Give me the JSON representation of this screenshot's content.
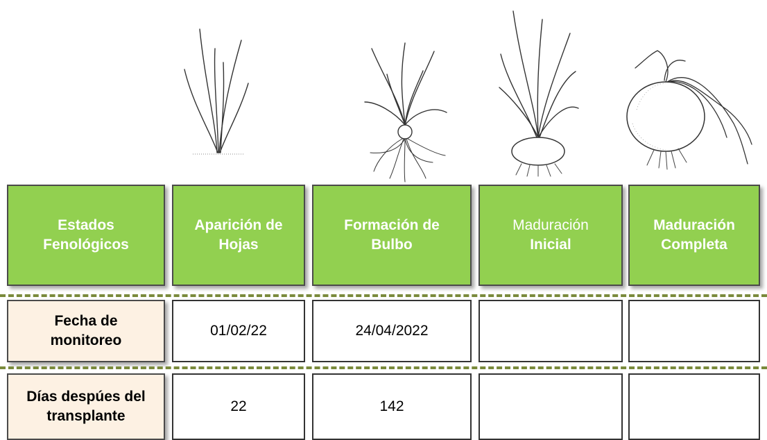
{
  "stages": [
    {
      "line1": "Estados",
      "line2": "Fenológicos"
    },
    {
      "line1": "Aparición de",
      "line2": "Hojas"
    },
    {
      "line1": "Formación de",
      "line2": "Bulbo"
    },
    {
      "line1": "Maduración",
      "line2": "Inicial"
    },
    {
      "line1": "Maduración",
      "line2": "Completa"
    }
  ],
  "rows": [
    {
      "label1": "Fecha de",
      "label2": "monitoreo",
      "values": [
        "01/02/22",
        "24/04/2022",
        "",
        ""
      ]
    },
    {
      "label1": "Días despúes del",
      "label2": "transplante",
      "values": [
        "22",
        "142",
        "",
        ""
      ]
    }
  ],
  "illustrations": [
    "leaf-seedling-drawing",
    "young-bulb-drawing",
    "initial-maturation-drawing",
    "mature-onion-drawing"
  ],
  "colors": {
    "header_green": "#92d050",
    "label_beige": "#fdf1e3",
    "divider": "#7a8a3c"
  }
}
